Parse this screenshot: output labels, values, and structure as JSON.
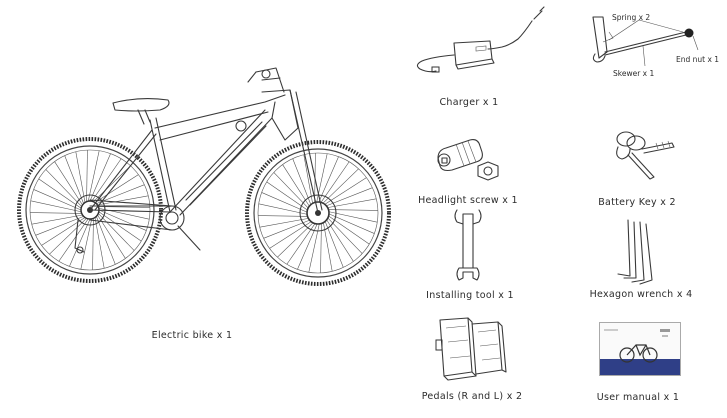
{
  "items": {
    "electric_bike": "Electric bike x 1",
    "charger": "Charger x 1",
    "skewer_kit": {
      "spring": "Spring x 2",
      "end_nut": "End nut x 1",
      "skewer": "Skewer x 1"
    },
    "headlight_screw": "Headlight screw x 1",
    "battery_key": "Battery Key x 2",
    "installing_tool": "Installing tool x 1",
    "hexagon_wrench": "Hexagon wrench x 4",
    "pedals": "Pedals (R and L) x 2",
    "user_manual": "User manual x 1"
  },
  "icons": {
    "bike": "electric-bike-illustration",
    "charger": "charger-illustration",
    "skewer": "skewer-illustration",
    "screw": "screw-and-nut-illustration",
    "key": "key-illustration",
    "wrench": "open-wrench-illustration",
    "hex": "hex-key-set-illustration",
    "pedals": "pedals-illustration",
    "manual": "manual-cover-illustration"
  },
  "colors": {
    "line": "#3a3a3a",
    "manual_band": "#2f3f87",
    "end_nut": "#222222"
  }
}
